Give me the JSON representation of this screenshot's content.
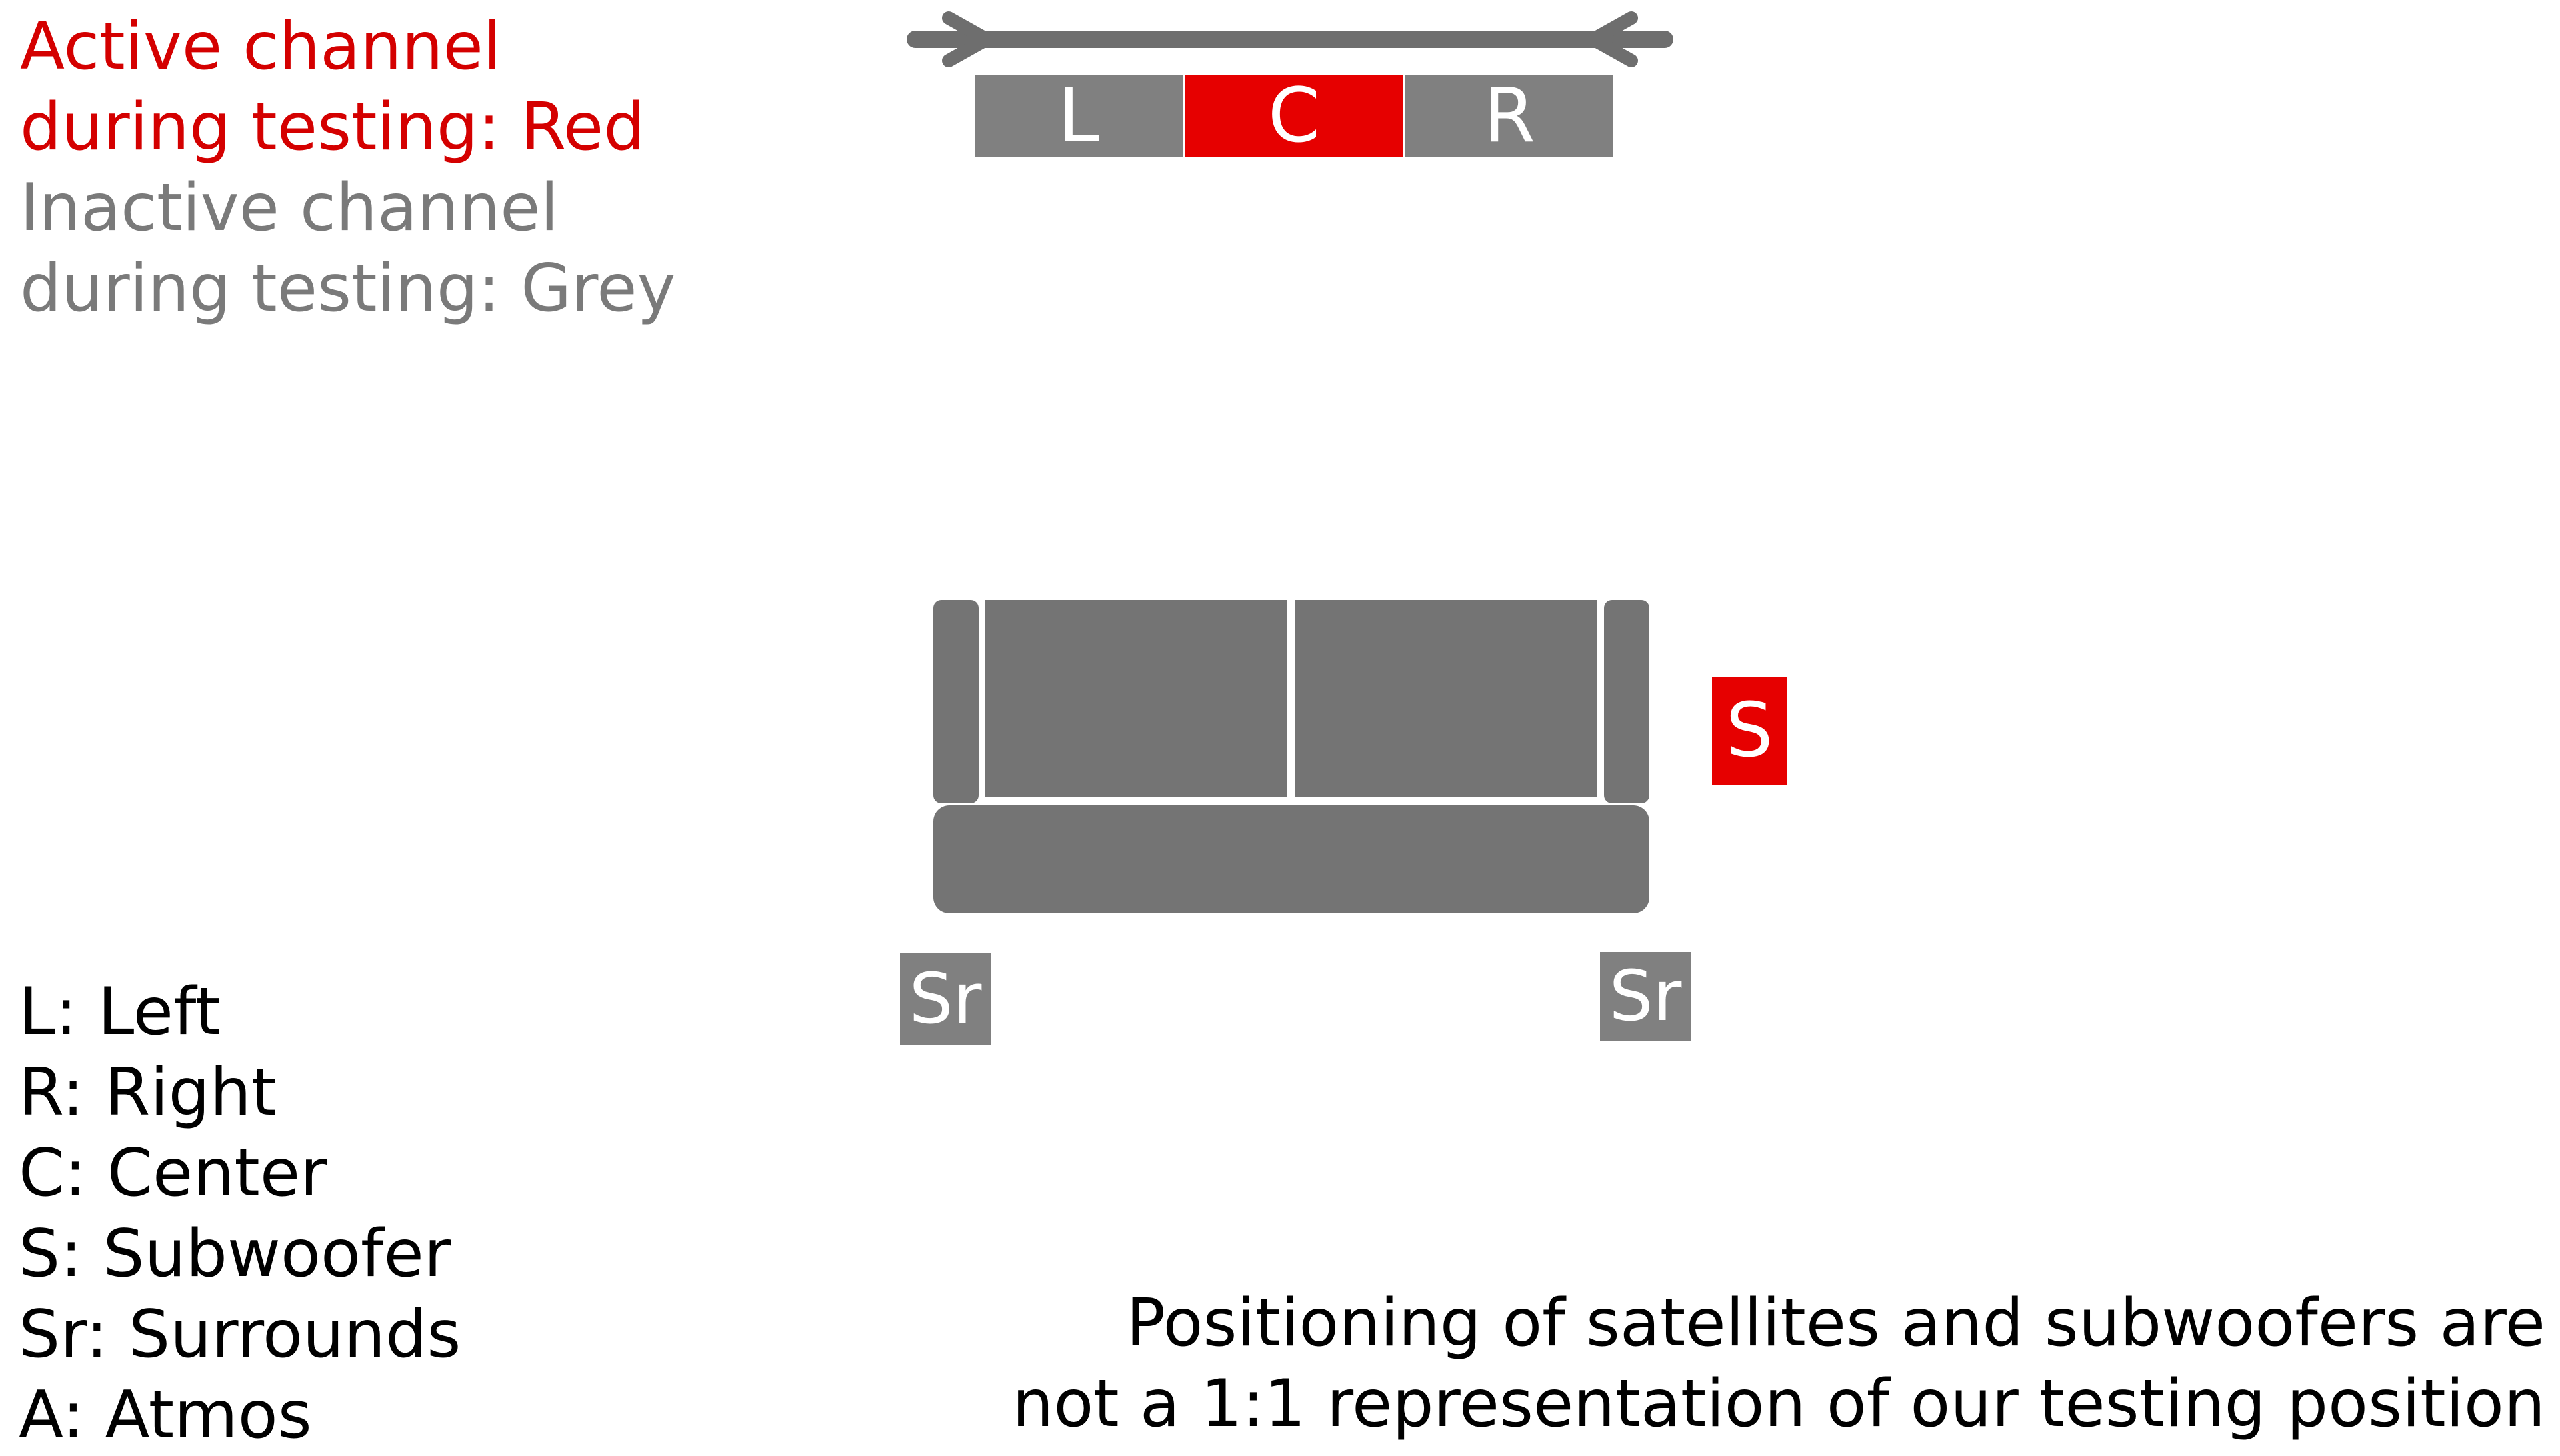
{
  "legend_status": {
    "active": [
      "Active channel",
      "during testing: Red"
    ],
    "inactive": [
      "Inactive channel",
      "during testing: Grey"
    ]
  },
  "speakers": {
    "left": {
      "label": "L",
      "active": false
    },
    "center": {
      "label": "C",
      "active": true
    },
    "right": {
      "label": "R",
      "active": false
    },
    "subwoofer": {
      "label": "S",
      "active": true
    },
    "surround_left": {
      "label": "Sr",
      "active": false
    },
    "surround_right": {
      "label": "Sr",
      "active": false
    }
  },
  "legend_keys": [
    "L: Left",
    "R: Right",
    "C: Center",
    "S: Subwoofer",
    "Sr: Surrounds",
    "A: Atmos"
  ],
  "note": [
    "Positioning of satellites and subwoofers are",
    "not a 1:1 representation of our testing position"
  ],
  "colors": {
    "active": "#e60000",
    "active_text": "#d40000",
    "inactive": "#808080",
    "inactive_text": "#7a7a7a",
    "sofa": "#747474",
    "screen_bar": "#6e6e6e"
  }
}
